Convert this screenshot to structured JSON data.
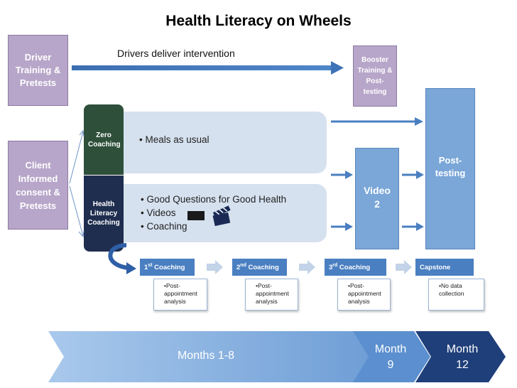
{
  "title": "Health Literacy on Wheels",
  "driver_box": "Driver Training & Pretests",
  "client_box": "Client Informed consent & Pretests",
  "drivers_deliver": "Drivers deliver intervention",
  "booster_box": "Booster Training & Post-testing",
  "post_testing": "Post-testing",
  "video2": "Video 2",
  "zero_coaching": {
    "label": "Zero Coaching",
    "bullets": [
      "Meals as usual"
    ]
  },
  "health_coaching": {
    "label": "Health Literacy Coaching",
    "bullets": [
      "Good  Questions for Good Health",
      "Videos",
      "Coaching"
    ]
  },
  "stages": [
    {
      "name": "1st Coaching",
      "sup": "st",
      "base": "1",
      "rest": " Coaching",
      "note": "Post-appointment analysis"
    },
    {
      "name": "2nd Coaching",
      "sup": "nd",
      "base": "2",
      "rest": " Coaching",
      "note": "Post-appointment analysis"
    },
    {
      "name": "3rd Coaching",
      "sup": "rd",
      "base": "3",
      "rest": " Coaching",
      "note": "Post-appointment analysis"
    },
    {
      "name": "Capstone",
      "base": "Capstone",
      "sup": "",
      "rest": "",
      "note": "No data collection"
    }
  ],
  "timeline": {
    "months_1_8": "Months 1-8",
    "month_9_line1": "Month",
    "month_9_line2": "9",
    "month_12_line1": "Month",
    "month_12_line2": "12"
  },
  "colors": {
    "purple": "#b7a6c9",
    "blue": "#7aa6d8",
    "arrow": "#4a7fc1",
    "dark_navy": "#1f2e4f",
    "timeline_light": "#8fb7e3",
    "timeline_mid": "#5b8fcf",
    "timeline_dark": "#1f3f7a"
  },
  "icons": [
    "film-clapperboard-icon",
    "video-tape-icon"
  ]
}
